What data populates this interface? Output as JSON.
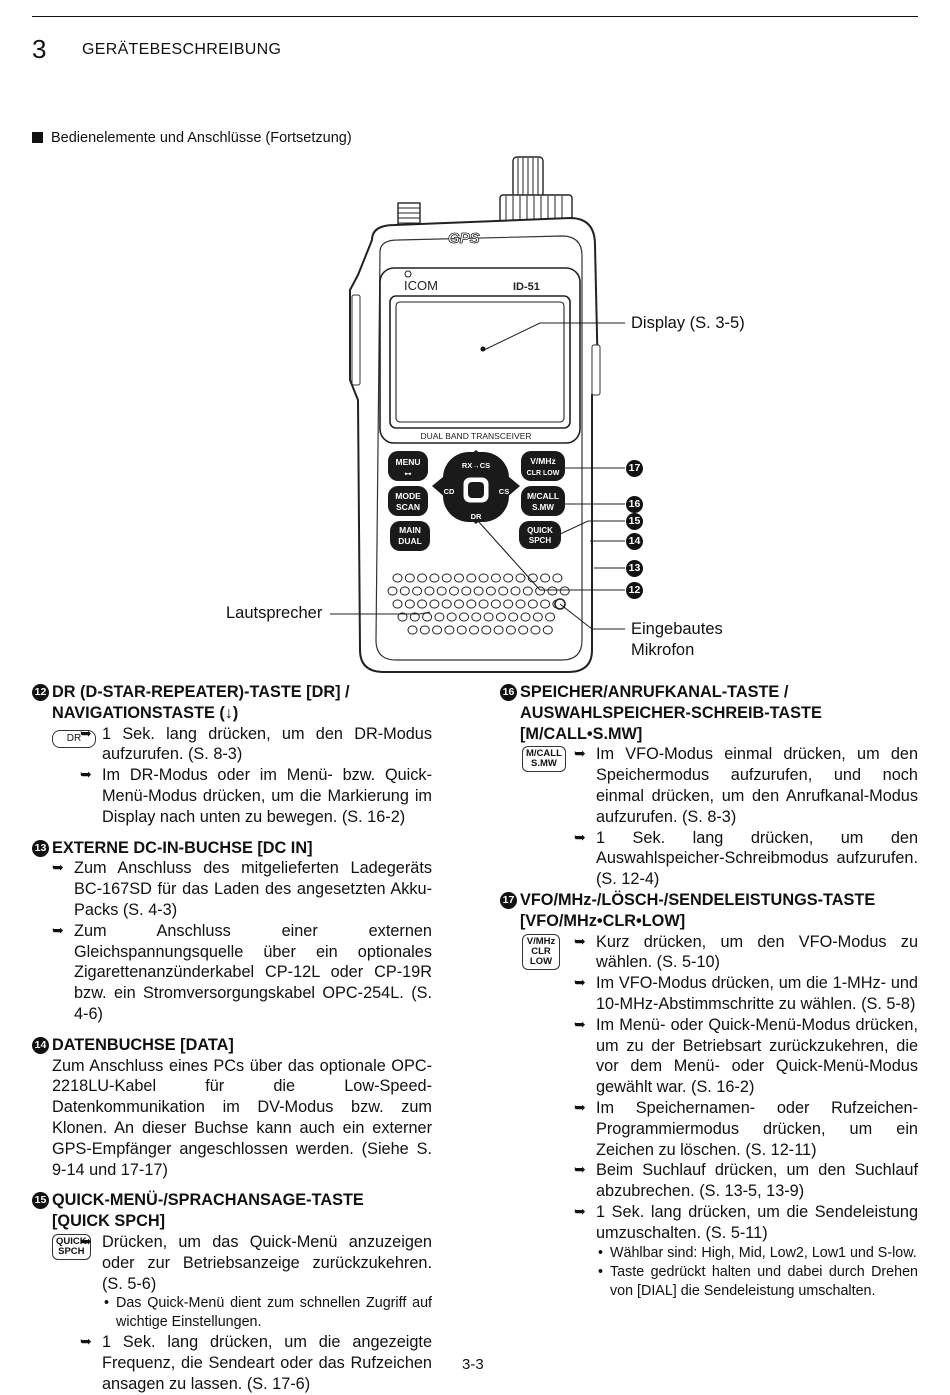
{
  "header": {
    "chapter_number": "3",
    "chapter_title": "GERÄTEBESCHREIBUNG"
  },
  "section_title": "Bedienelemente und Anschlüsse (Fortsetzung)",
  "figure": {
    "brand_logo": "ICOM",
    "model": "ID-51",
    "gps_label": "GPS",
    "band_label": "DUAL BAND TRANSCEIVER",
    "keys": {
      "menu": "MENU",
      "menu_sub": "⊷",
      "mode": "MODE",
      "scan": "SCAN",
      "main": "MAIN",
      "dual": "DUAL",
      "rx_cs": "RX→CS",
      "cd": "CD",
      "cs": "CS",
      "dr": "DR",
      "vmhz": "V/MHz",
      "clr_low": "CLR LOW",
      "mcall": "M/CALL",
      "smw": "S.MW",
      "quick": "QUICK",
      "spch": "SPCH"
    },
    "callouts": {
      "display": "Display (S. 3-5)",
      "speaker": "Lautsprecher",
      "mic_line1": "Eingebautes",
      "mic_line2": "Mikrofon"
    },
    "markers": [
      "17",
      "16",
      "15",
      "14",
      "13",
      "12"
    ]
  },
  "left_column": {
    "s12": {
      "num": "12",
      "title1": "DR (D-STAR-REPEATER)-TASTE [DR] /",
      "title2": "NAVIGATIONSTASTE (↓)",
      "key": "DR",
      "items": [
        "1 Sek. lang drücken, um den DR-Modus aufzurufen. (S. 8-3)",
        "Im DR-Modus oder im Menü- bzw. Quick-Menü-Modus drücken, um die Markierung im Display nach unten zu bewegen. (S. 16-2)"
      ]
    },
    "s13": {
      "num": "13",
      "title1": "EXTERNE DC-IN-BUCHSE [DC IN]",
      "items": [
        "Zum Anschluss des mitgelieferten Ladegeräts BC-167SD für das Laden des angesetzten Akku-Packs (S. 4-3)",
        "Zum Anschluss einer externen Gleichspannungsquelle über ein optionales Zigarettenanzünderkabel CP-12L oder CP-19R bzw. ein Stromversorgungskabel OPC-254L. (S. 4-6)"
      ]
    },
    "s14": {
      "num": "14",
      "title1": "DATENBUCHSE [DATA]",
      "text": "Zum Anschluss eines PCs über das optionale OPC-2218LU-Kabel für die Low-Speed-Datenkommunikation im DV-Modus bzw. zum Klonen. An dieser Buchse kann auch ein externer GPS-Empfänger angeschlossen werden. (Siehe S. 9-14 und 17-17)"
    },
    "s15": {
      "num": "15",
      "title1": "QUICK-MENÜ-/SPRACHANSAGE-TASTE",
      "title2": "[QUICK SPCH]",
      "key1": "QUICK",
      "key2": "SPCH",
      "item1": "Drücken, um das Quick-Menü anzuzeigen oder zur Betriebsanzeige zurückzukehren. (S. 5-6)",
      "sub1": "Das Quick-Menü dient zum schnellen Zugriff auf wichtige Einstellungen.",
      "item2": "1 Sek. lang drücken, um die angezeigte Frequenz, die Sendeart oder das Rufzeichen ansagen zu lassen. (S. 17-6)"
    }
  },
  "right_column": {
    "s16": {
      "num": "16",
      "title1": "SPEICHER/ANRUFKANAL-TASTE /",
      "title2": "AUSWAHLSPEICHER-SCHREIB-TASTE",
      "title3": "[M/CALL•S.MW]",
      "key1": "M/CALL",
      "key2": "S.MW",
      "items": [
        "Im VFO-Modus einmal drücken, um den Speichermodus aufzurufen, und noch einmal drücken, um den Anrufkanal-Modus aufzurufen. (S. 8-3)",
        "1 Sek. lang drücken, um den Auswahlspeicher-Schreibmodus aufzurufen. (S. 12-4)"
      ]
    },
    "s17": {
      "num": "17",
      "title1": "VFO/MHz-/LÖSCH-/SENDELEISTUNGS-TASTE",
      "title2": "[VFO/MHz•CLR•LOW]",
      "key1": "V/MHz",
      "key2": "CLR LOW",
      "items": [
        "Kurz drücken, um den VFO-Modus zu wählen. (S. 5-10)",
        "Im VFO-Modus drücken, um die 1-MHz- und 10-MHz-Abstimmschritte zu wählen. (S. 5-8)",
        "Im Menü- oder Quick-Menü-Modus drücken, um zu der Betriebsart zurückzukehren, die vor dem Menü- oder Quick-Menü-Modus gewählt war. (S. 16-2)",
        "Im Speichernamen- oder Rufzeichen-Programmiermodus drücken, um ein Zeichen zu löschen. (S. 12-11)",
        "Beim Suchlauf drücken, um den Suchlauf abzubrechen. (S. 13-5, 13-9)",
        "1 Sek. lang drücken, um die Sendeleistung umzuschalten. (S. 5-11)"
      ],
      "subs": [
        "Wählbar sind: High, Mid, Low2, Low1 und S-low.",
        "Taste gedrückt halten und dabei durch Drehen von [DIAL] die Sendeleistung umschalten."
      ]
    }
  },
  "footer": {
    "page_number": "3-3"
  }
}
